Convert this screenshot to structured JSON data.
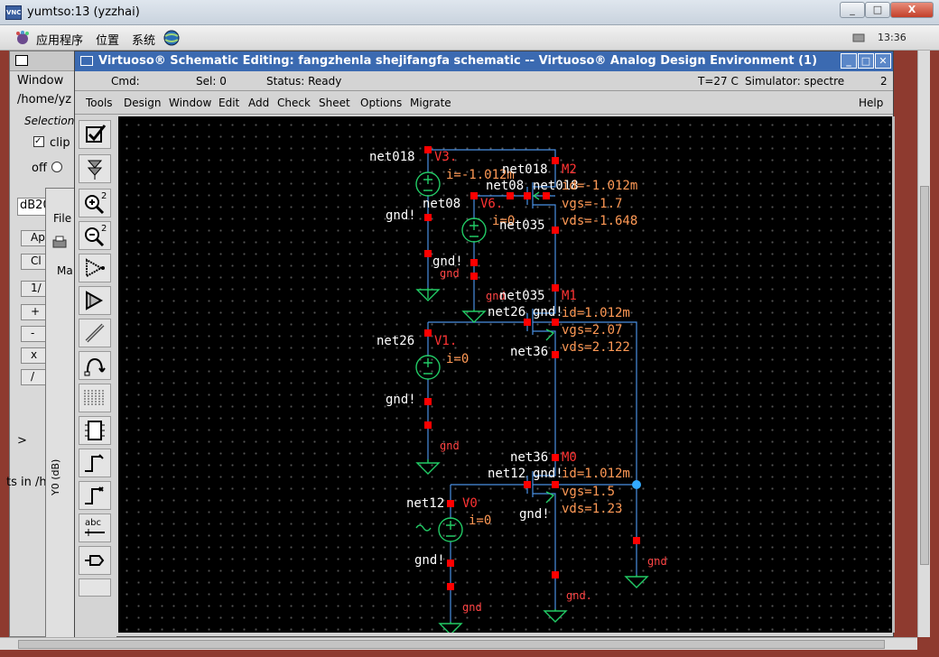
{
  "vnc": {
    "title": "yumtso:13 (yzzhai)",
    "icon_label": "VNC",
    "minimize": "_",
    "maximize": "□",
    "close": "X"
  },
  "panel": {
    "menus": [
      "应用程序",
      "位置",
      "系统"
    ],
    "clock": "13:36"
  },
  "ciw": {
    "menu_window": "Window",
    "path": "/home/yz",
    "selection_label": "Selection",
    "clip_label": "clip",
    "off_label": "off",
    "db_label": "dB20",
    "apply": "Ap",
    "clear": "Cl",
    "frac": "1/",
    "plus": "+",
    "minus": "-",
    "times": "x",
    "divide": "/",
    "prompt": ">",
    "status_text": "ts in /h"
  },
  "plot": {
    "file_menu": "File",
    "tab_label": "Ma",
    "yaxis_label": "Y0 (dB)"
  },
  "virtuoso": {
    "title": "Virtuoso® Schematic Editing: fangzhenla shejifangfa schematic -- Virtuoso® Analog Design Environment (1)",
    "status": {
      "cmd": "Cmd:",
      "sel": "Sel: 0",
      "status": "Status: Ready",
      "temp": "T=27 C",
      "simulator": "Simulator: spectre",
      "count": "2"
    },
    "menus": [
      "Tools",
      "Design",
      "Window",
      "Edit",
      "Add",
      "Check",
      "Sheet",
      "Options",
      "Migrate"
    ],
    "help": "Help",
    "tools": [
      "check-save-icon",
      "descend-icon",
      "zoom-in-icon",
      "zoom-out-icon",
      "stretch-icon",
      "copy-icon",
      "wire-icon",
      "wire-narrow-icon",
      "bus-icon",
      "instance-icon",
      "pin-icon",
      "pin-net-icon",
      "label-icon",
      "property-icon"
    ]
  },
  "schematic": {
    "V3": {
      "name": "V3.",
      "current": "i=-1.012m",
      "net": "net018",
      "gnd": "gnd!"
    },
    "V6": {
      "name": "V6.",
      "current": "i=0",
      "net": "net08",
      "gnd": "gnd!",
      "gnd_small": "gnd"
    },
    "V1": {
      "name": "V1.",
      "current": "i=0",
      "net": "net26",
      "gnd": "gnd!",
      "gnd_small": "gnd"
    },
    "V0": {
      "name": "V0",
      "current": "i=0",
      "net": "net12",
      "gnd": "gnd!",
      "gnd_small": "gnd"
    },
    "M2": {
      "name": "M2",
      "id": "id=-1.012m",
      "vgs": "vgs=-1.7",
      "vds": "vds=-1.648",
      "drain": "net018",
      "gate": "net08",
      "bulk": "net018",
      "source": "net035"
    },
    "M1": {
      "name": "M1",
      "id": "id=1.012m",
      "vgs": "vgs=2.07",
      "vds": "vds=2.122",
      "drain": "net035",
      "gate": "net26",
      "bulk": "gnd!",
      "source": "net36",
      "gnd_small": "gnd"
    },
    "M0": {
      "name": "M0",
      "id": "id=1.012m",
      "vgs": "vgs=1.5",
      "vds": "vds=1.23",
      "drain": "net36",
      "gate": "net12",
      "bulk": "gnd!",
      "source": "gnd!",
      "gnd_small": "gnd."
    },
    "right_gnd": "gnd"
  }
}
